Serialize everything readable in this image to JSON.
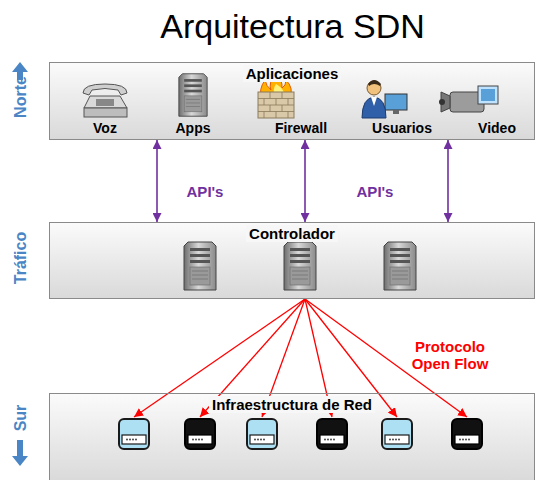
{
  "diagram": {
    "title": "Arquitectura SDN",
    "nodes": [
      {
        "text": [
          "Aplicaciones"
        ]
      },
      {
        "text": [
          "Controlador"
        ]
      },
      {
        "text": [
          "Infraestructura de Red"
        ]
      }
    ],
    "edges": [
      {
        "from": 0,
        "to": 1,
        "arrow": "both"
      },
      {
        "from": 0,
        "to": 1,
        "arrow": "both"
      },
      {
        "from": 0,
        "to": 1,
        "arrow": "both"
      },
      {
        "from": 1,
        "to": 2,
        "arrow": "to"
      },
      {
        "from": 1,
        "to": 2,
        "arrow": "to"
      },
      {
        "from": 1,
        "to": 2,
        "arrow": "to"
      },
      {
        "from": 1,
        "to": 2,
        "arrow": "to"
      },
      {
        "from": 1,
        "to": 2,
        "arrow": "to"
      },
      {
        "from": 1,
        "to": 2,
        "arrow": "to"
      }
    ],
    "labels": [
      "Norte",
      "Tráfico",
      "Sur",
      "Voz",
      "Apps",
      "Firewall",
      "Usuarios",
      "Video",
      "API's",
      "API's",
      "Protocolo Open Flow"
    ]
  }
}
